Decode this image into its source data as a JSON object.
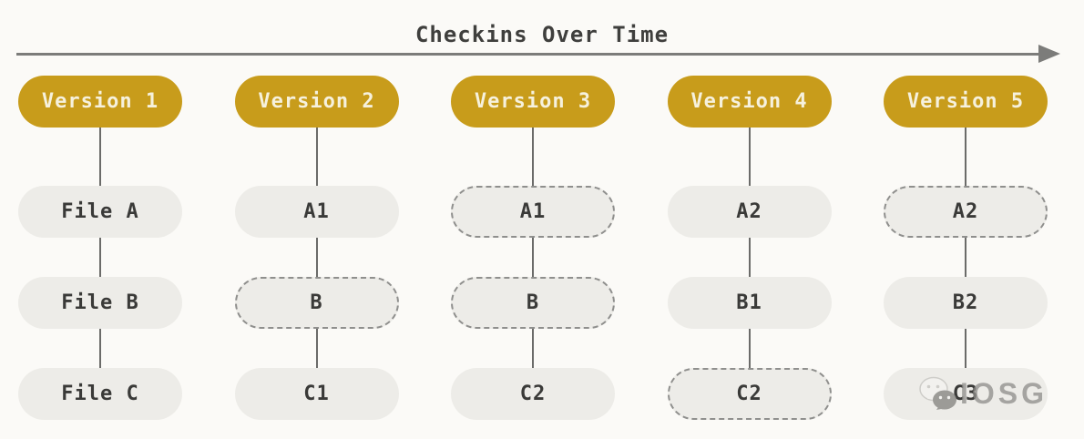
{
  "title": "Checkins Over Time",
  "columns": [
    {
      "version": "Version 1",
      "files": [
        {
          "label": "File A",
          "dashed": false
        },
        {
          "label": "File B",
          "dashed": false
        },
        {
          "label": "File C",
          "dashed": false
        }
      ]
    },
    {
      "version": "Version 2",
      "files": [
        {
          "label": "A1",
          "dashed": false
        },
        {
          "label": "B",
          "dashed": true
        },
        {
          "label": "C1",
          "dashed": false
        }
      ]
    },
    {
      "version": "Version 3",
      "files": [
        {
          "label": "A1",
          "dashed": true
        },
        {
          "label": "B",
          "dashed": true
        },
        {
          "label": "C2",
          "dashed": false
        }
      ]
    },
    {
      "version": "Version 4",
      "files": [
        {
          "label": "A2",
          "dashed": false
        },
        {
          "label": "B1",
          "dashed": false
        },
        {
          "label": "C2",
          "dashed": true
        }
      ]
    },
    {
      "version": "Version 5",
      "files": [
        {
          "label": "A2",
          "dashed": true
        },
        {
          "label": "B2",
          "dashed": false
        },
        {
          "label": "C3",
          "dashed": false,
          "watermark": true
        }
      ]
    }
  ],
  "watermark": {
    "text": "IOSG"
  },
  "colors": {
    "version_pill": "#c89c1b",
    "version_text": "#f6f1dd",
    "file_pill": "#edece8",
    "file_text": "#3a3a38",
    "dashed_border": "#8f8f8d",
    "connector": "#6b6b69",
    "arrow": "#7c7c7a",
    "background": "#fbfaf7",
    "title_text": "#3f3f3d",
    "watermark_text": "#8e8d8a"
  }
}
